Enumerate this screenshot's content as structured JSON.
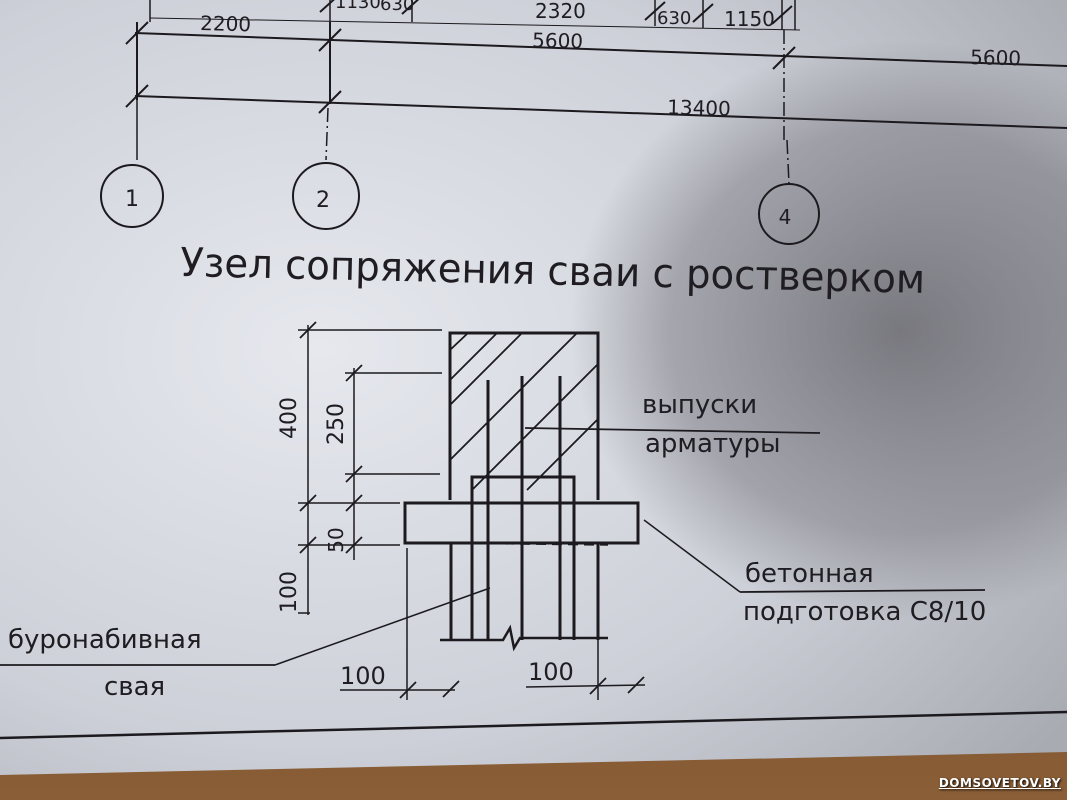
{
  "title": "Узел сопряжения сваи с ростверком",
  "dimensions_top": {
    "partial_row": [
      "1130",
      "630",
      "2320",
      "630",
      "1150"
    ],
    "row1": [
      "2200",
      "5600",
      "5600"
    ],
    "total": "13400"
  },
  "axes": [
    "1",
    "2",
    "4"
  ],
  "detail_dims": {
    "height_400": "400",
    "height_250": "250",
    "height_50": "50",
    "height_100": "100",
    "width_left_100": "100",
    "width_right_100": "100"
  },
  "labels": {
    "rebar_line1": "выпуски",
    "rebar_line2": "арматуры",
    "concrete_line1": "бетонная",
    "concrete_line2": "подготовка С8/10",
    "pile_line1": "буронабивная",
    "pile_line2": "свая"
  },
  "watermark": "DOMSOVETOV.BY",
  "colors": {
    "paper": "#cfd1d8",
    "ink": "#1c1a1e",
    "shadow": "#7d7b80",
    "table": "#6d4a2c"
  }
}
